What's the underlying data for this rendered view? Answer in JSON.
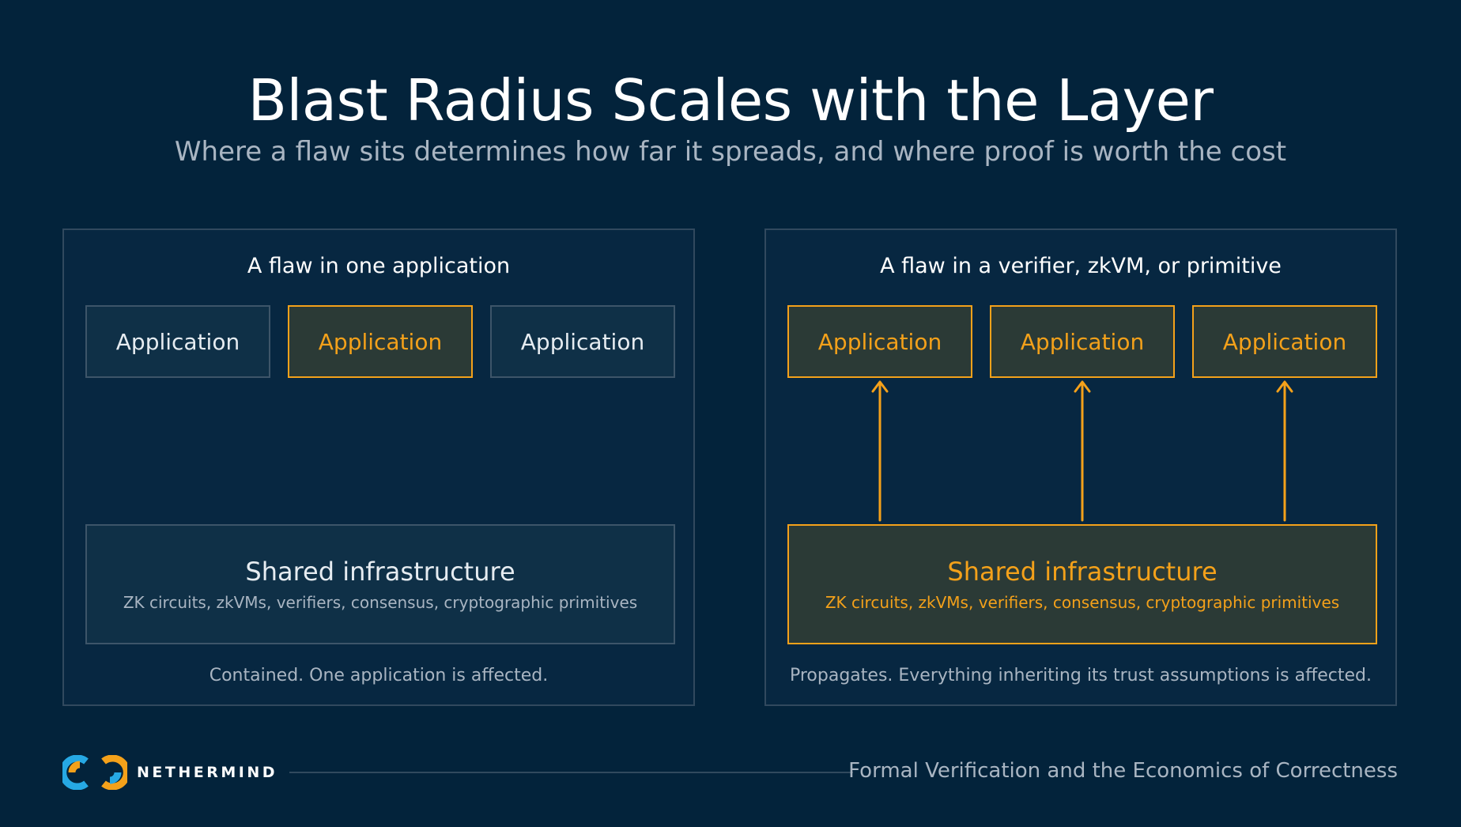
{
  "header": {
    "title": "Blast Radius Scales with the Layer",
    "subtitle": "Where a flaw sits determines how far it spreads, and where proof is worth the cost"
  },
  "colors": {
    "background": "#03233b",
    "accent": "#f4a11a",
    "panel_border": "#31495e",
    "muted_text": "#a9b5c2"
  },
  "left_panel": {
    "title": "A flaw in one application",
    "apps": [
      {
        "label": "Application",
        "affected": false
      },
      {
        "label": "Application",
        "affected": true
      },
      {
        "label": "Application",
        "affected": false
      }
    ],
    "infra": {
      "title": "Shared infrastructure",
      "subtitle": "ZK circuits, zkVMs, verifiers, consensus, cryptographic primitives",
      "affected": false
    },
    "caption": "Contained. One application is affected."
  },
  "right_panel": {
    "title": "A flaw in a verifier, zkVM, or primitive",
    "apps": [
      {
        "label": "Application",
        "affected": true
      },
      {
        "label": "Application",
        "affected": true
      },
      {
        "label": "Application",
        "affected": true
      }
    ],
    "infra": {
      "title": "Shared infrastructure",
      "subtitle": "ZK circuits, zkVMs, verifiers, consensus, cryptographic primitives",
      "affected": true
    },
    "caption": "Propagates. Everything inheriting its trust assumptions is affected."
  },
  "footer": {
    "brand": "NETHERMIND",
    "logo_icon": "nethermind-logo-icon",
    "presentation_title": "Formal Verification and the Economics of Correctness"
  }
}
